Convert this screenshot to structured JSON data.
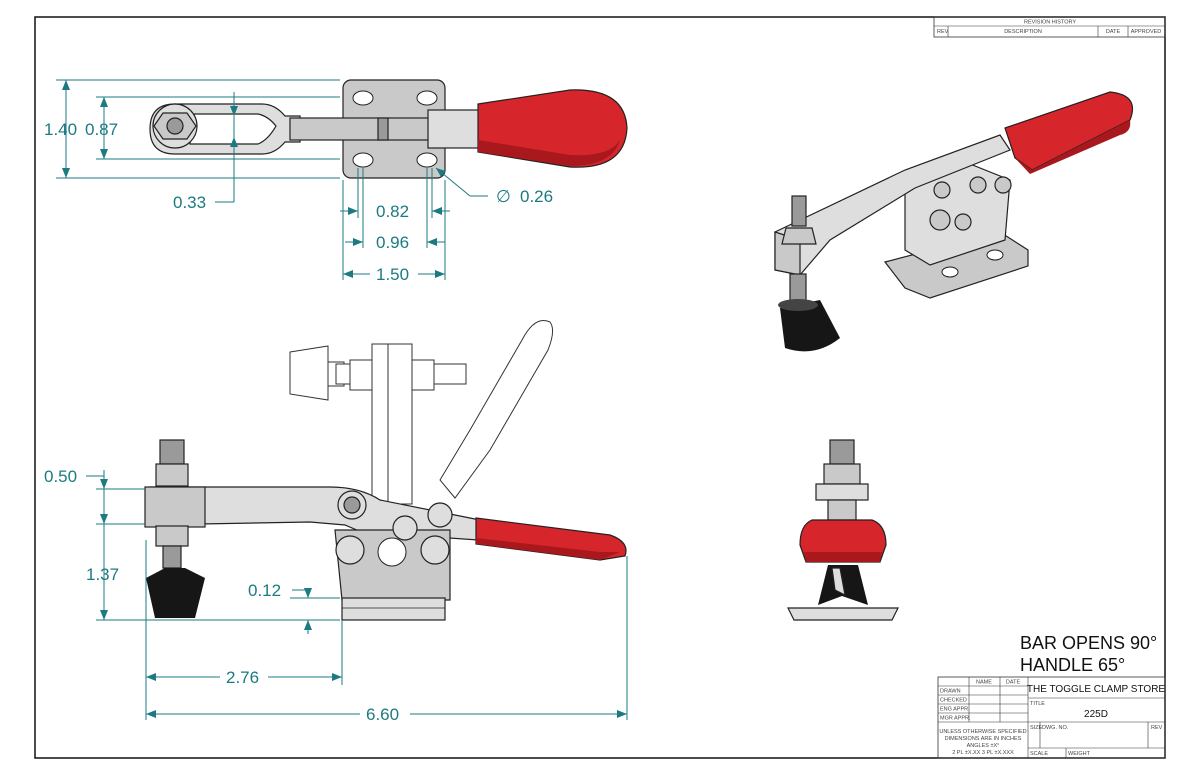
{
  "revision_block": {
    "title": "REVISION HISTORY",
    "columns": [
      "REV",
      "DESCRIPTION",
      "DATE",
      "APPROVED"
    ]
  },
  "top_view_dims": {
    "overall_height": "1.40",
    "slot_height": "0.87",
    "bolt_offset": "0.33",
    "hole_diameter": "0.26",
    "hole_spacing_inner": "0.82",
    "hole_spacing_outer": "0.96",
    "base_width": "1.50"
  },
  "side_view_dims": {
    "bar_height": "0.50",
    "spindle_height": "1.37",
    "base_thickness": "0.12",
    "reach": "2.76",
    "overall_length": "6.60"
  },
  "notes": {
    "line1": "BAR OPENS 90°",
    "line2": "HANDLE 65°"
  },
  "title_block": {
    "name_header": "NAME",
    "date_header": "DATE",
    "rows": [
      "DRAWN",
      "CHECKED",
      "ENG APPR.",
      "MGR APPR."
    ],
    "company": "THE TOGGLE CLAMP STORE",
    "title_label": "TITLE",
    "part_number": "225D",
    "tolerance_line1": "UNLESS OTHERWISE SPECIFIED",
    "tolerance_line2": "DIMENSIONS ARE IN INCHES",
    "tolerance_line3": "ANGLES ±X°",
    "tolerance_line4": "2 PL ±X.XX  3 PL ±X.XXX",
    "size_label": "SIZE",
    "dwg_label": "DWG. NO.",
    "rev_label": "REV",
    "scale_label": "SCALE",
    "weight_label": "WEIGHT"
  }
}
